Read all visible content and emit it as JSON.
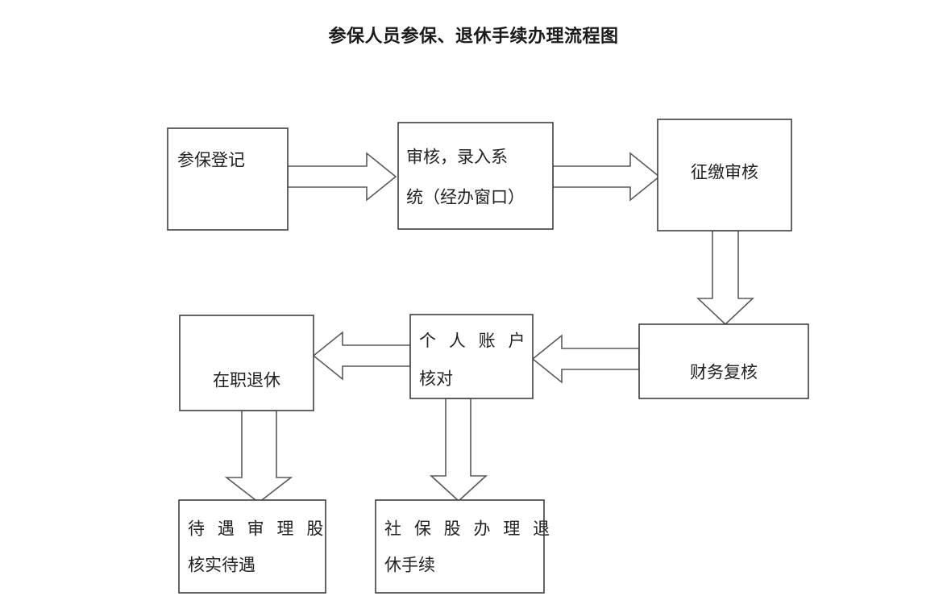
{
  "title": "参保人员参保、退休手续办理流程图",
  "diagram": {
    "type": "flowchart",
    "orientation": "left-to-right, then right-to-left",
    "nodes": [
      {
        "id": "n1",
        "label": "参保登记",
        "lines": [
          "参保登记"
        ]
      },
      {
        "id": "n2",
        "label": "审核，录入系统（经办窗口）",
        "lines": [
          "审核，录入系",
          "统（经办窗口）"
        ]
      },
      {
        "id": "n3",
        "label": "征缴审核",
        "lines": [
          "征缴审核"
        ]
      },
      {
        "id": "n4",
        "label": "财务复核",
        "lines": [
          "财务复核"
        ]
      },
      {
        "id": "n5",
        "label": "个人账户核对",
        "lines": [
          "个 人 账 户",
          "核对"
        ]
      },
      {
        "id": "n6",
        "label": "在职退休",
        "lines": [
          "在职退休"
        ]
      },
      {
        "id": "n7",
        "label": "待遇审理股核实待遇",
        "lines": [
          "待 遇 审 理 股",
          "核实待遇"
        ]
      },
      {
        "id": "n8",
        "label": "社保股办理退休手续",
        "lines": [
          "社 保 股 办 理 退",
          "休手续"
        ]
      }
    ],
    "edges": [
      {
        "from": "n1",
        "to": "n2",
        "direction": "right"
      },
      {
        "from": "n2",
        "to": "n3",
        "direction": "right"
      },
      {
        "from": "n3",
        "to": "n4",
        "direction": "down"
      },
      {
        "from": "n4",
        "to": "n5",
        "direction": "left"
      },
      {
        "from": "n5",
        "to": "n6",
        "direction": "left"
      },
      {
        "from": "n6",
        "to": "n7",
        "direction": "down"
      },
      {
        "from": "n5",
        "to": "n8",
        "direction": "down"
      }
    ]
  },
  "colors": {
    "background": "#ffffff",
    "box_stroke": "#3f3f3f",
    "arrow_stroke": "#5a5a5a",
    "text": "#222222"
  }
}
